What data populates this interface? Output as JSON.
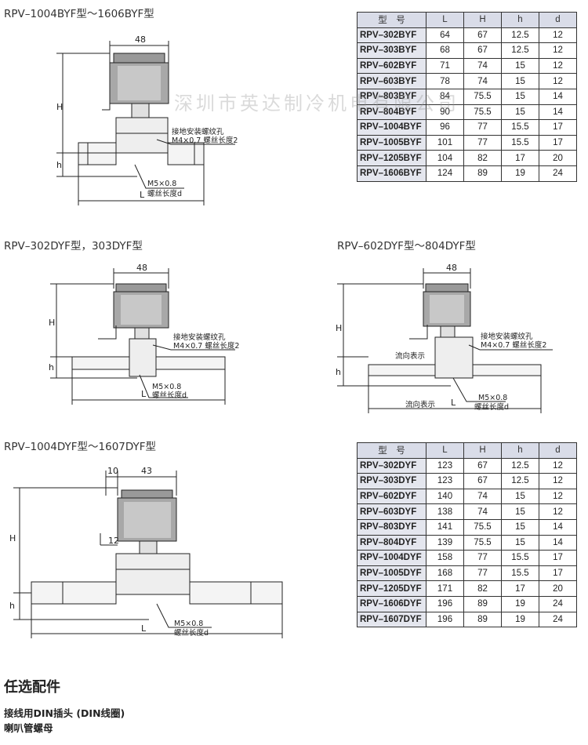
{
  "watermark": "深圳市英达制冷机电有限公司",
  "sections": {
    "byf_large_title": "RPV–1004BYF型～1606BYF型",
    "dyf_small_title": "RPV–302DYF型，303DYF型",
    "dyf_mid_title": "RPV–602DYF型～804DYF型",
    "dyf_large_title": "RPV–1004DYF型～1607DYF型"
  },
  "labels": {
    "dim_48": "48",
    "dim_10": "10",
    "dim_43": "43",
    "dim_12": "12",
    "H": "H",
    "h": "h",
    "L": "L",
    "ground_hole": "接地安装螺纹孔",
    "m4_screw": "M4×0.7 螺丝长度2",
    "m5": "M5×0.8",
    "screw_len_d": "螺丝长度d",
    "flow": "流向表示"
  },
  "table_headers": [
    "型　号",
    "L",
    "H",
    "h",
    "d"
  ],
  "byf_table": [
    [
      "RPV–302BYF",
      "64",
      "67",
      "12.5",
      "12"
    ],
    [
      "RPV–303BYF",
      "68",
      "67",
      "12.5",
      "12"
    ],
    [
      "RPV–602BYF",
      "71",
      "74",
      "15",
      "12"
    ],
    [
      "RPV–603BYF",
      "78",
      "74",
      "15",
      "12"
    ],
    [
      "RPV–803BYF",
      "84",
      "75.5",
      "15",
      "14"
    ],
    [
      "RPV–804BYF",
      "90",
      "75.5",
      "15",
      "14"
    ],
    [
      "RPV–1004BYF",
      "96",
      "77",
      "15.5",
      "17"
    ],
    [
      "RPV–1005BYF",
      "101",
      "77",
      "15.5",
      "17"
    ],
    [
      "RPV–1205BYF",
      "104",
      "82",
      "17",
      "20"
    ],
    [
      "RPV–1606BYF",
      "124",
      "89",
      "19",
      "24"
    ]
  ],
  "dyf_table": [
    [
      "RPV–302DYF",
      "123",
      "67",
      "12.5",
      "12"
    ],
    [
      "RPV–303DYF",
      "123",
      "67",
      "12.5",
      "12"
    ],
    [
      "RPV–602DYF",
      "140",
      "74",
      "15",
      "12"
    ],
    [
      "RPV–603DYF",
      "138",
      "74",
      "15",
      "12"
    ],
    [
      "RPV–803DYF",
      "141",
      "75.5",
      "15",
      "14"
    ],
    [
      "RPV–804DYF",
      "139",
      "75.5",
      "15",
      "14"
    ],
    [
      "RPV–1004DYF",
      "158",
      "77",
      "15.5",
      "17"
    ],
    [
      "RPV–1005DYF",
      "168",
      "77",
      "15.5",
      "17"
    ],
    [
      "RPV–1205DYF",
      "171",
      "82",
      "17",
      "20"
    ],
    [
      "RPV–1606DYF",
      "196",
      "89",
      "19",
      "24"
    ],
    [
      "RPV–1607DYF",
      "196",
      "89",
      "19",
      "24"
    ]
  ],
  "accessories": {
    "heading": "任选配件",
    "items": [
      "接线用DIN插头 (DIN线圈)",
      "喇叭管螺母"
    ]
  }
}
